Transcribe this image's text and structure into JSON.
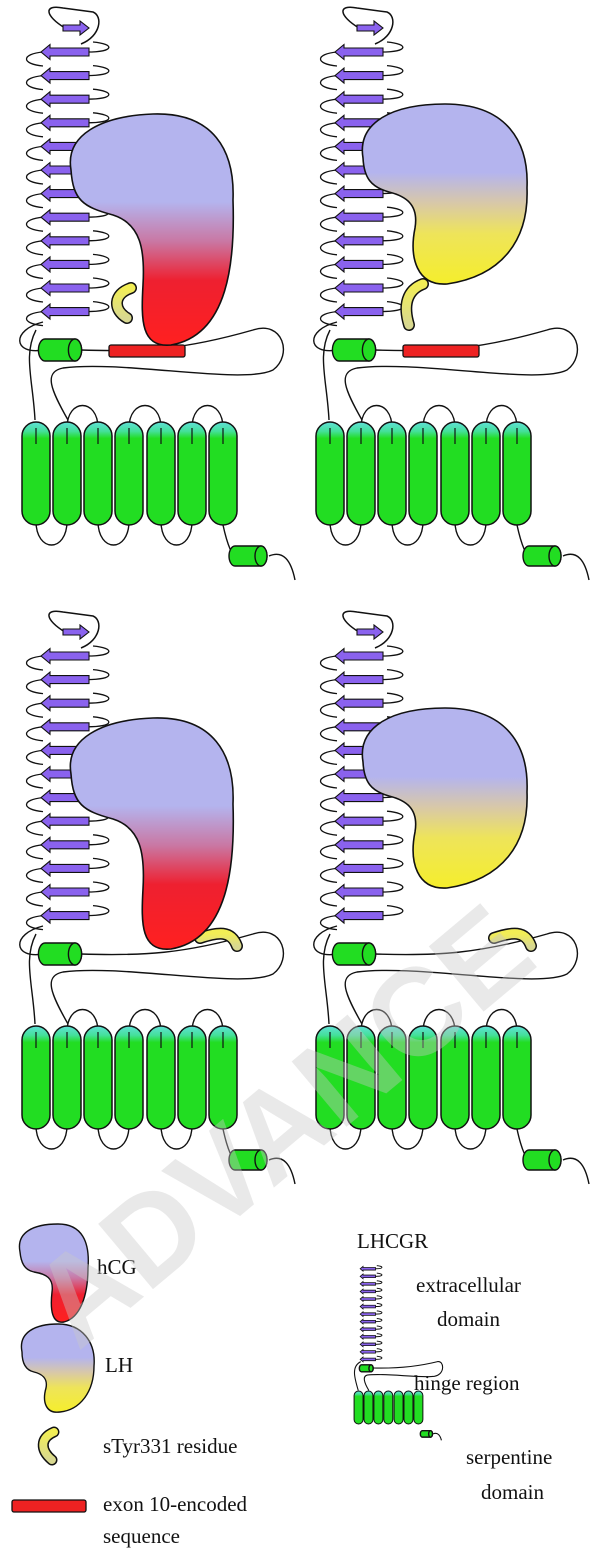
{
  "panels": [
    {
      "id": "hcg-exon10",
      "hormone": "hCG",
      "hormone_colors": [
        "#b4b4ee",
        "#b4b4ee",
        "#c978a4",
        "#ee2030",
        "#ff2020"
      ],
      "exon10": true,
      "tyr_bound": false
    },
    {
      "id": "lh-exon10",
      "hormone": "LH",
      "hormone_colors": [
        "#b4b4ee",
        "#b4b4ee",
        "#d8c8a8",
        "#eee45a",
        "#f5ee2c"
      ],
      "exon10": true,
      "tyr_bound": true
    },
    {
      "id": "hcg-no-exon10",
      "hormone": "hCG",
      "hormone_colors": [
        "#b4b4ee",
        "#b4b4ee",
        "#c978a4",
        "#ee2030",
        "#ff2020"
      ],
      "exon10": false,
      "tyr_bound": false
    },
    {
      "id": "lh-no-exon10",
      "hormone": "LH",
      "hormone_colors": [
        "#b4b4ee",
        "#b4b4ee",
        "#d8c8a8",
        "#eee45a",
        "#f5ee2c"
      ],
      "exon10": false,
      "tyr_bound": false
    }
  ],
  "colors": {
    "beta_strand": "#8a62ee",
    "helix": "#22dd22",
    "helix_top": "#60e0d8",
    "exon10": "#ee2222",
    "tyr_residue": "#f2ee55",
    "watermark": "#c8c8c8"
  },
  "legend": {
    "hcg_label": "hCG",
    "lh_label": "LH",
    "tyr_label": "sTyr331 residue",
    "exon_label_line1": "exon 10-encoded",
    "exon_label_line2": "sequence",
    "receptor_title": "LHCGR",
    "extracellular_line1": "extracellular",
    "extracellular_line2": "domain",
    "hinge_label": "hinge region",
    "serpentine_line1": "serpentine",
    "serpentine_line2": "domain"
  },
  "watermark_text": "ADVANCE"
}
